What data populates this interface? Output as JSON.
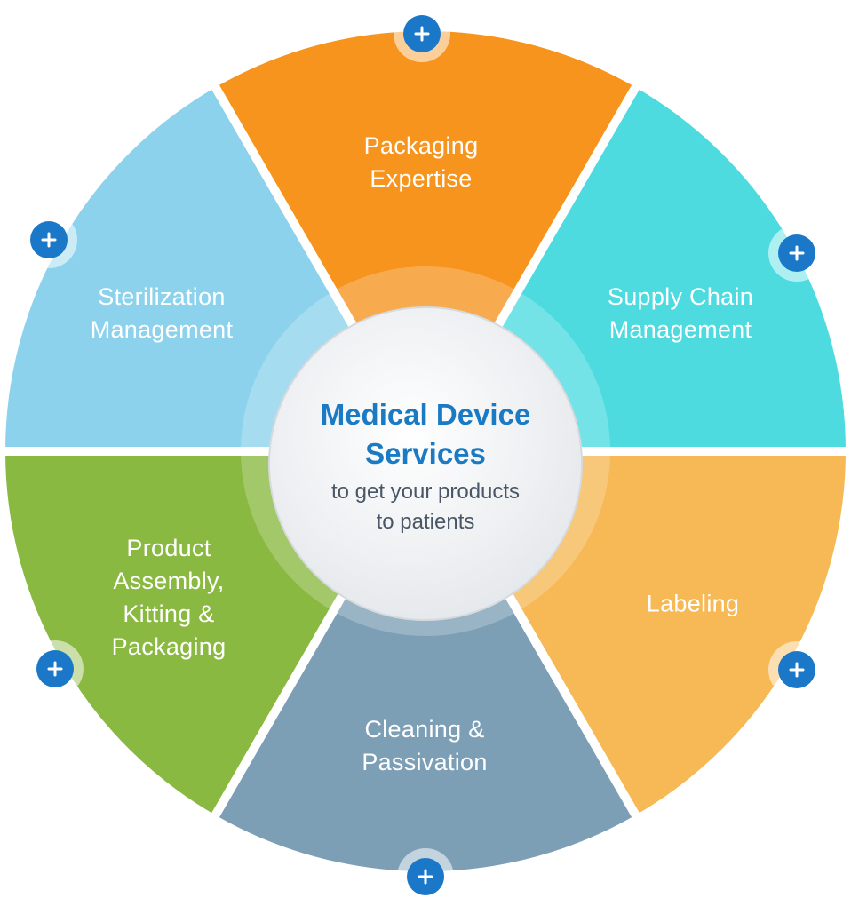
{
  "center": {
    "title_line1": "Medical Device",
    "title_line2": "Services",
    "subtitle_line1": "to get your products",
    "subtitle_line2": "to patients"
  },
  "segments": [
    {
      "id": "packaging-expertise",
      "lines": [
        "Packaging",
        "Expertise"
      ],
      "color": "#f7941d"
    },
    {
      "id": "supply-chain-management",
      "lines": [
        "Supply Chain",
        "Management"
      ],
      "color": "#4ddbe0"
    },
    {
      "id": "labeling",
      "lines": [
        "Labeling"
      ],
      "color": "#f6b955"
    },
    {
      "id": "cleaning-passivation",
      "lines": [
        "Cleaning &",
        "Passivation"
      ],
      "color": "#7d9fb5"
    },
    {
      "id": "product-assembly",
      "lines": [
        "Product",
        "Assembly,",
        "Kitting &",
        "Packaging"
      ],
      "color": "#8ab941"
    },
    {
      "id": "sterilization-management",
      "lines": [
        "Sterilization",
        "Management"
      ],
      "color": "#8dd2ec"
    }
  ],
  "plus_icon": "plus-icon",
  "accent_color": "#1b78c8"
}
